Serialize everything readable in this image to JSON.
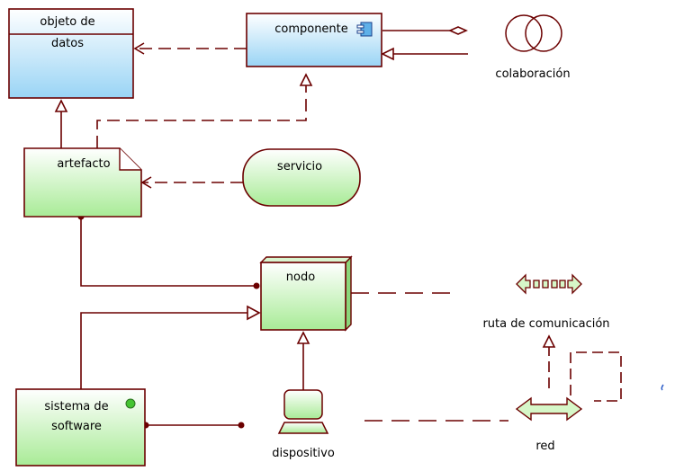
{
  "colors": {
    "line": "#6b0000",
    "blue_top": "#ffffff",
    "blue_bottom": "#99d4f5",
    "green_top": "#ffffff",
    "green_bottom": "#a8eb96"
  },
  "elements": {
    "objeto_de_datos": {
      "label_line1": "objeto de",
      "label_line2": "datos"
    },
    "componente": {
      "label": "componente",
      "icon": "component-icon"
    },
    "colaboracion": {
      "label": "colaboración",
      "icon": "collaboration-icon"
    },
    "artefacto": {
      "label": "artefacto"
    },
    "servicio": {
      "label": "servicio"
    },
    "nodo": {
      "label": "nodo"
    },
    "ruta": {
      "label": "ruta de comunicación",
      "icon": "communication-path-icon"
    },
    "sistema": {
      "label_line1": "sistema de",
      "label_line2": "software",
      "icon": "status-dot-icon"
    },
    "dispositivo": {
      "label": "dispositivo",
      "icon": "device-icon"
    },
    "red": {
      "label": "red",
      "icon": "network-icon"
    }
  }
}
